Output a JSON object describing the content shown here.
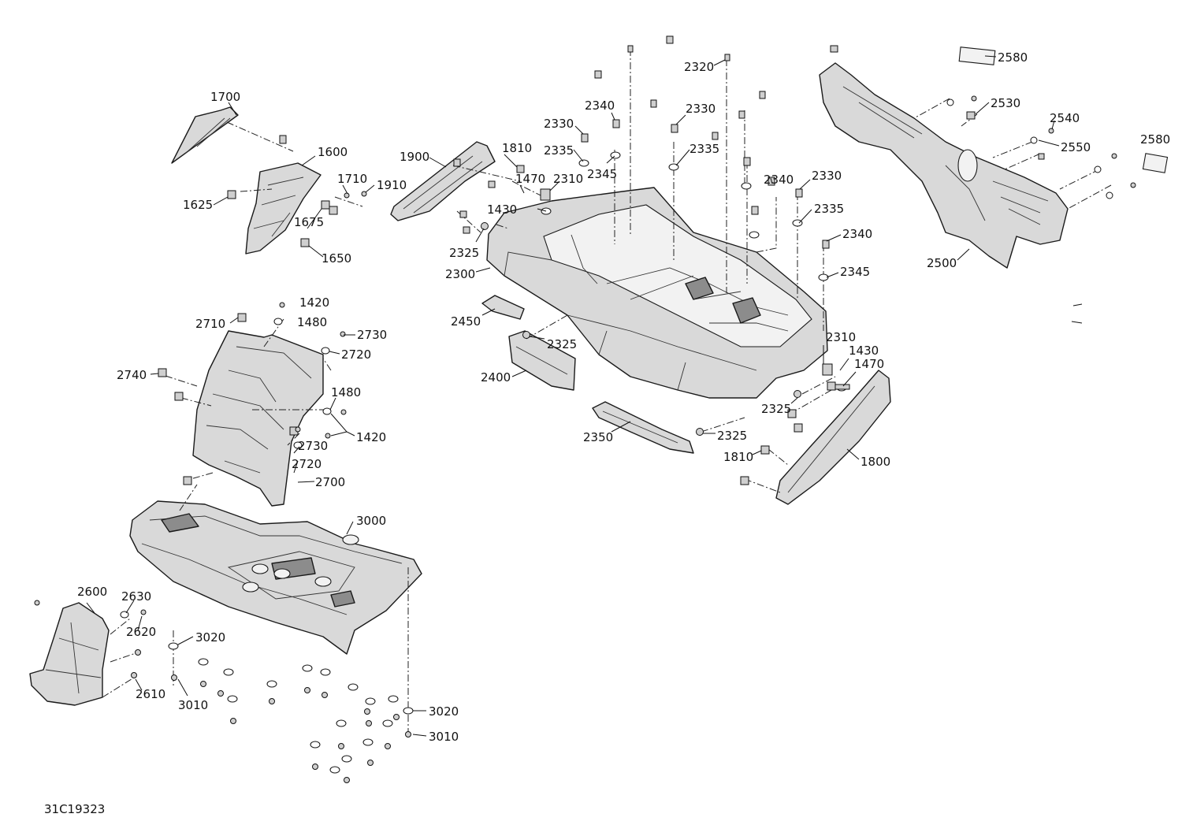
{
  "diagram_code": "31C19323",
  "labels": [
    {
      "id": "l1700",
      "text": "1700"
    },
    {
      "id": "l1600",
      "text": "1600"
    },
    {
      "id": "l1710",
      "text": "1710"
    },
    {
      "id": "l1625",
      "text": "1625"
    },
    {
      "id": "l1675",
      "text": "1675"
    },
    {
      "id": "l1650",
      "text": "1650"
    },
    {
      "id": "l1910",
      "text": "1910"
    },
    {
      "id": "l1900",
      "text": "1900"
    },
    {
      "id": "l1810a",
      "text": "1810"
    },
    {
      "id": "l1470a",
      "text": "1470"
    },
    {
      "id": "l2310a",
      "text": "2310"
    },
    {
      "id": "l1430a",
      "text": "1430"
    },
    {
      "id": "l2325a",
      "text": "2325"
    },
    {
      "id": "l2300",
      "text": "2300"
    },
    {
      "id": "l2330a",
      "text": "2330"
    },
    {
      "id": "l2340a",
      "text": "2340"
    },
    {
      "id": "l2330b",
      "text": "2330"
    },
    {
      "id": "l2335a",
      "text": "2335"
    },
    {
      "id": "l2345a",
      "text": "2345"
    },
    {
      "id": "l2335b",
      "text": "2335"
    },
    {
      "id": "l2320",
      "text": "2320"
    },
    {
      "id": "l2340b",
      "text": "2340"
    },
    {
      "id": "l2330c",
      "text": "2330"
    },
    {
      "id": "l2335c",
      "text": "2335"
    },
    {
      "id": "l2340c",
      "text": "2340"
    },
    {
      "id": "l2345b",
      "text": "2345"
    },
    {
      "id": "l2580a",
      "text": "2580"
    },
    {
      "id": "l2530",
      "text": "2530"
    },
    {
      "id": "l2540",
      "text": "2540"
    },
    {
      "id": "l2550",
      "text": "2550"
    },
    {
      "id": "l2580b",
      "text": "2580"
    },
    {
      "id": "l2500",
      "text": "2500"
    },
    {
      "id": "l1420a",
      "text": "1420"
    },
    {
      "id": "l1480a",
      "text": "1480"
    },
    {
      "id": "l2710",
      "text": "2710"
    },
    {
      "id": "l2730a",
      "text": "2730"
    },
    {
      "id": "l2720a",
      "text": "2720"
    },
    {
      "id": "l2740",
      "text": "2740"
    },
    {
      "id": "l1480b",
      "text": "1480"
    },
    {
      "id": "l1420b",
      "text": "1420"
    },
    {
      "id": "l2730b",
      "text": "2730"
    },
    {
      "id": "l2720b",
      "text": "2720"
    },
    {
      "id": "l2700",
      "text": "2700"
    },
    {
      "id": "l2450",
      "text": "2450"
    },
    {
      "id": "l2325b",
      "text": "2325"
    },
    {
      "id": "l2400",
      "text": "2400"
    },
    {
      "id": "l2310b",
      "text": "2310"
    },
    {
      "id": "l1430b",
      "text": "1430"
    },
    {
      "id": "l1470b",
      "text": "1470"
    },
    {
      "id": "l2325c",
      "text": "2325"
    },
    {
      "id": "l2325d",
      "text": "2325"
    },
    {
      "id": "l2350",
      "text": "2350"
    },
    {
      "id": "l1810b",
      "text": "1810"
    },
    {
      "id": "l1800",
      "text": "1800"
    },
    {
      "id": "l3000",
      "text": "3000"
    },
    {
      "id": "l2600",
      "text": "2600"
    },
    {
      "id": "l2630",
      "text": "2630"
    },
    {
      "id": "l2620",
      "text": "2620"
    },
    {
      "id": "l3020a",
      "text": "3020"
    },
    {
      "id": "l2610",
      "text": "2610"
    },
    {
      "id": "l3010a",
      "text": "3010"
    },
    {
      "id": "l3020b",
      "text": "3020"
    },
    {
      "id": "l3010b",
      "text": "3010"
    }
  ]
}
